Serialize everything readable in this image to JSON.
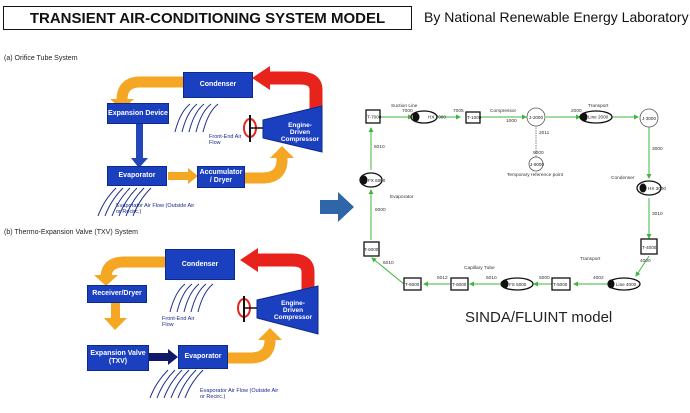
{
  "header": {
    "title": "TRANSIENT AIR-CONDITIONING SYSTEM MODEL",
    "credit": "By National Renewable Energy Laboratory"
  },
  "top_diagram": {
    "section_label": "(a)  Orifice Tube System",
    "condenser": "Condenser",
    "expansion_device": "Expansion Device",
    "evaporator": "Evaporator",
    "accumulator": "Accumulator / Dryer",
    "compressor": "Engine-Driven Compressor",
    "front_end_air": "Front-End Air Flow",
    "evap_air": "Evaporator Air Flow (Outside Air or Recirc.)"
  },
  "bottom_diagram": {
    "section_label": "(b)  Thermo-Expansion Valve (TXV) System",
    "condenser": "Condenser",
    "receiver": "Receiver/Dryer",
    "expansion_valve": "Expansion Valve (TXV)",
    "evaporator": "Evaporator",
    "compressor": "Engine-Driven Compressor",
    "front_end_air": "Front-End Air Flow",
    "evap_air": "Evaporator Air Flow (Outside Air or Recirc.)"
  },
  "sinda": {
    "label": "SINDA/FLUINT model",
    "suction_line": "Suction Line",
    "compressor": "Compressor",
    "transport_top": "Transport",
    "transport_bottom": "Transport",
    "condenser": "Condenser",
    "evaporator": "Evaporator",
    "capillary_tube": "Capillary Tube",
    "temp_ref": "Temporary reference point",
    "nodes": {
      "t7000": "T-7000",
      "hx7000": "HX 7000",
      "t1000": "T-1000",
      "j2000": "J-2000",
      "j9000": "J-9000",
      "line2000": "Line 2000",
      "j3000": "J-3000",
      "hx3000": "HX 3000",
      "t4000": "T-4000",
      "line4000": "Line 4000",
      "t6000": "T-6000",
      "fs5000": "FS 5000",
      "t5000": "T-5000",
      "t6000b": "T-6000",
      "t6000c": "T-6000",
      "fx6000": "FX 6000"
    },
    "paths": {
      "p7000": "7000",
      "p7005": "7005",
      "p1000": "1000",
      "p2000": "2000",
      "p9000": "9000",
      "p2011": "2011",
      "p3000": "3000",
      "p3010": "3010",
      "p4000": "4000",
      "p4002": "4002",
      "p5000": "5000",
      "p5010": "5010",
      "p5012": "5012",
      "p6010": "6010",
      "p6000": "6000",
      "p6010b": "6010"
    }
  },
  "colors": {
    "block_blue": "#1a3fbf",
    "arrow_orange": "#f5a623",
    "arrow_red": "#e8231b",
    "arrow_blue": "#2347b8",
    "transfer_arrow": "#2f66a8",
    "pipe_green": "#3fb73f"
  }
}
